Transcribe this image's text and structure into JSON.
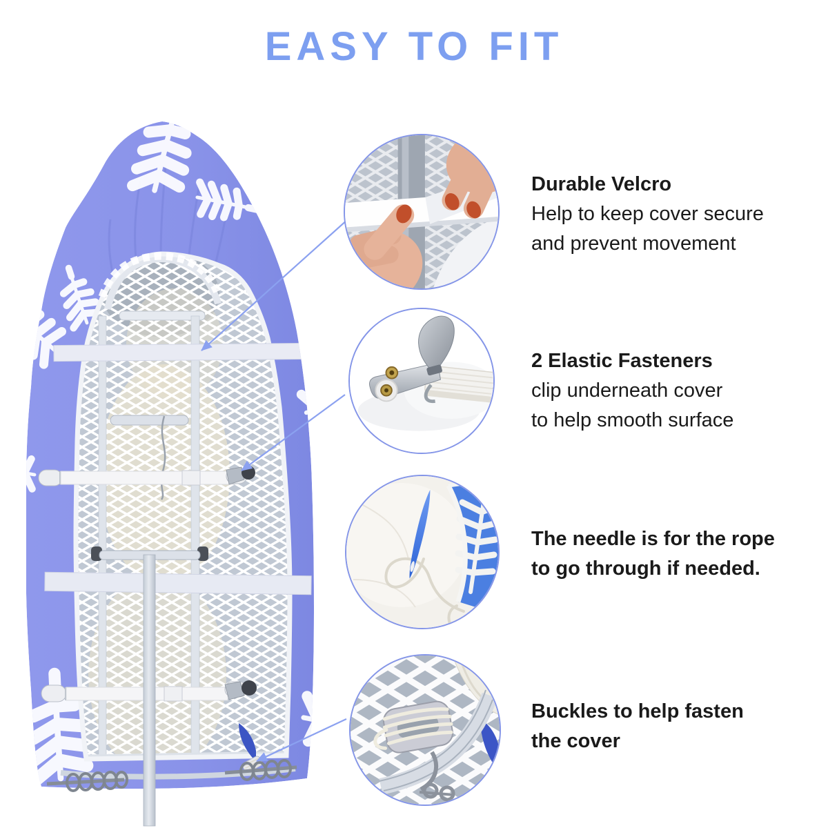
{
  "title": "EASY TO FIT",
  "main_image": "ironing-board-underside-with-blue-leaf-pattern-cover",
  "colors": {
    "title": "#7d9ff0",
    "arrow": "#8ba1f0",
    "circle_border": "#8495e8",
    "cover_blue": "#8a93e9",
    "fabric_blue": "#4a7ee0",
    "text": "#1a1a1a"
  },
  "callouts": [
    {
      "image": "hands-pulling-velcro-strap-photo",
      "heading": "Durable Velcro",
      "body_lines": [
        "Help to keep cover secure",
        "and prevent movement"
      ]
    },
    {
      "image": "metal-clip-elastic-fastener-photo",
      "heading": "2 Elastic Fasteners",
      "body_lines": [
        "clip underneath cover",
        "to help smooth surface"
      ]
    },
    {
      "image": "blue-needle-with-rope-photo",
      "heading": "",
      "body_lines": [
        "The needle is for the rope",
        "to go through if needed."
      ]
    },
    {
      "image": "buckle-with-rope-photo",
      "heading": "",
      "body_lines": [
        "Buckles to help fasten",
        "the cover"
      ]
    }
  ]
}
